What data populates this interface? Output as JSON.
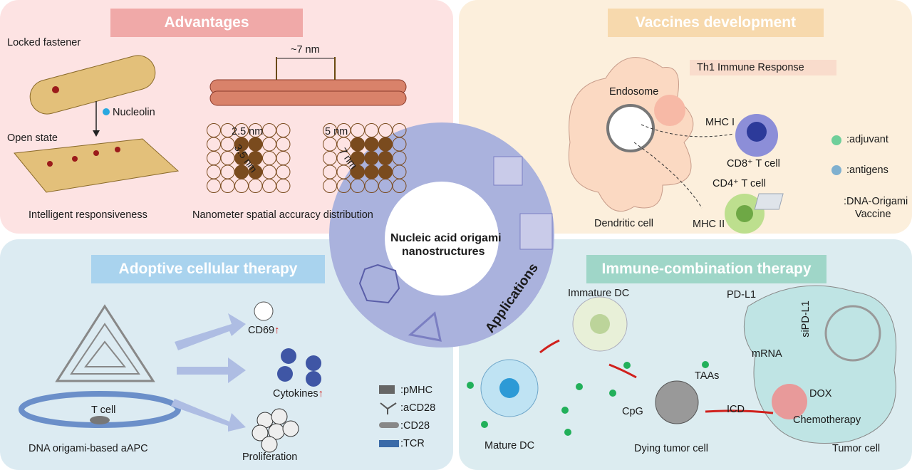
{
  "center": {
    "title_line1": "Nucleic acid origami",
    "title_line2": "nanostructures",
    "ring_label": "Applications"
  },
  "advantages": {
    "title": "Advantages",
    "locked_label": "Locked fastener",
    "trigger_label": "Nucleolin",
    "open_label": "Open state",
    "left_caption": "Intelligent responsiveness",
    "spacing_label": "~7 nm",
    "grid1_h": "2.5 nm",
    "grid1_d": "3.5 nm",
    "grid2_h": "5 nm",
    "grid2_d": "7 nm",
    "right_caption": "Nanometer spatial accuracy distribution"
  },
  "vaccines": {
    "title": "Vaccines development",
    "response": "Th1 Immune Response",
    "endosome": "Endosome",
    "mhc1": "MHC I",
    "cd8": "CD8⁺ T cell",
    "cd4": "CD4⁺ T cell",
    "mhc2": "MHC II",
    "dendritic": "Dendritic cell",
    "legend": [
      {
        "label": ":adjuvant",
        "color": "#6fcf9a"
      },
      {
        "label": ":antigens",
        "color": "#7fb0cf"
      },
      {
        "label": ":DNA-Origami",
        "label2": "Vaccine",
        "color": "#b9c3cf"
      }
    ]
  },
  "adoptive": {
    "title": "Adoptive cellular therapy",
    "cd69": "CD69",
    "cytokines": "Cytokines",
    "proliferation": "Proliferation",
    "tcell": "T cell",
    "caption": "DNA origami-based aAPC",
    "legend": [
      ":pMHC",
      ":aCD28",
      ":CD28",
      ":TCR"
    ]
  },
  "immune": {
    "title": "Immune-combination therapy",
    "immature": "Immature DC",
    "mature": "Mature DC",
    "pdl1": "PD-L1",
    "sipdl1": "siPD-L1",
    "mrna": "mRNA",
    "dox": "DOX",
    "chemo": "Chemotherapy",
    "tumor": "Tumor cell",
    "icd": "ICD",
    "taas": "TAAs",
    "cpg": "CpG",
    "dying": "Dying tumor cell"
  },
  "colors": {
    "adv_bg": "#fde3e3",
    "vac_bg": "#fcefdc",
    "adopt_bg": "#dcebf2",
    "immune_bg": "#dcecf0",
    "ring": "#aab2dd",
    "arrow_red": "#d0201c"
  }
}
